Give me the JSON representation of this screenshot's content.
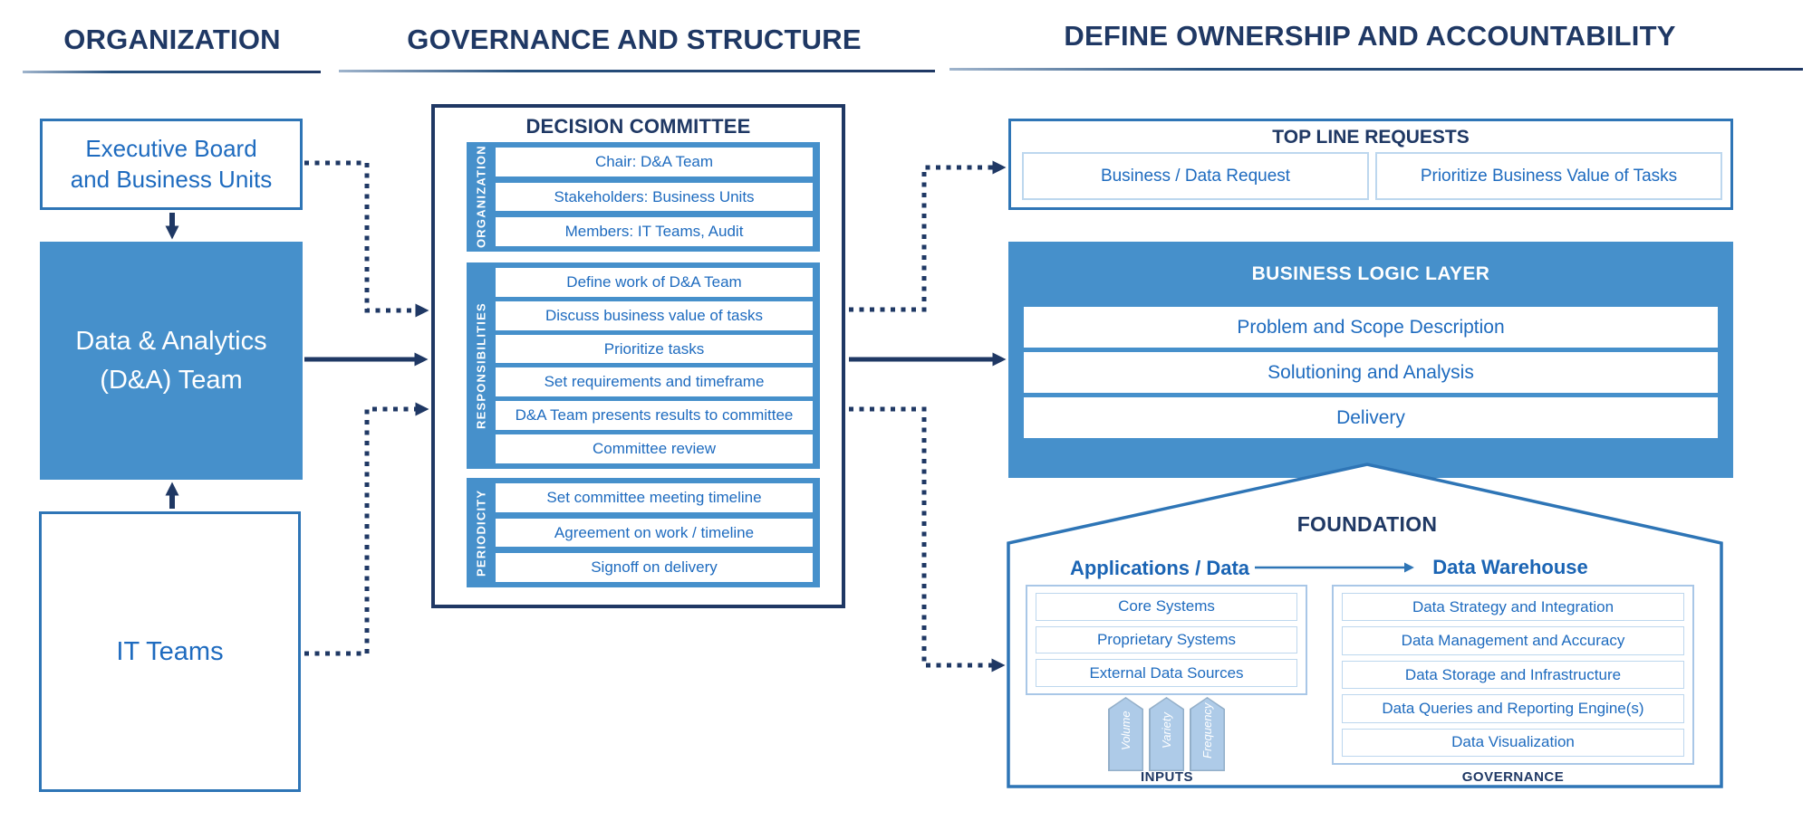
{
  "colors": {
    "navy": "#1F3864",
    "blue_border": "#2E75B6",
    "blue_fill": "#4690CB",
    "blue_text": "#1E6BBF",
    "light_border": "#A9C7E7",
    "pale_border": "#BDD7EE",
    "pentagon_fill": "#AECBE8"
  },
  "headers": {
    "organization": "ORGANIZATION",
    "governance": "GOVERNANCE AND STRUCTURE",
    "ownership": "DEFINE OWNERSHIP AND ACCOUNTABILITY"
  },
  "org_column": {
    "executive_board_lines": [
      "Executive Board",
      "and Business Units"
    ],
    "da_team_lines": [
      "Data & Analytics",
      "(D&A) Team"
    ],
    "it_teams": "IT Teams"
  },
  "committee": {
    "title": "DECISION COMMITTEE",
    "sections": [
      {
        "label": "ORGANIZATION",
        "rows": [
          "Chair: D&A Team",
          "Stakeholders: Business Units",
          "Members: IT Teams, Audit"
        ]
      },
      {
        "label": "RESPONSIBILITIES",
        "rows": [
          "Define work of D&A Team",
          "Discuss business value of tasks",
          "Prioritize tasks",
          "Set requirements and timeframe",
          "D&A Team presents results to committee",
          "Committee review"
        ]
      },
      {
        "label": "PERIODICITY",
        "rows": [
          "Set committee meeting timeline",
          "Agreement on work / timeline",
          "Signoff on delivery"
        ]
      }
    ]
  },
  "top_line_requests": {
    "title": "TOP LINE REQUESTS",
    "items": [
      "Business / Data Request",
      "Prioritize Business Value of Tasks"
    ]
  },
  "business_logic_layer": {
    "title": "BUSINESS LOGIC LAYER",
    "rows": [
      "Problem and Scope Description",
      "Solutioning and Analysis",
      "Delivery"
    ]
  },
  "foundation": {
    "title": "FOUNDATION",
    "applications_label": "Applications / Data",
    "warehouse_label": "Data Warehouse",
    "applications_rows": [
      "Core Systems",
      "Proprietary Systems",
      "External Data Sources"
    ],
    "inputs_arrows": [
      "Volume",
      "Variety",
      "Frequency"
    ],
    "inputs_label": "INPUTS",
    "warehouse_rows": [
      "Data Strategy and Integration",
      "Data Management and Accuracy",
      "Data Storage and Infrastructure",
      "Data Queries and Reporting Engine(s)",
      "Data Visualization"
    ],
    "governance_label": "GOVERNANCE"
  }
}
